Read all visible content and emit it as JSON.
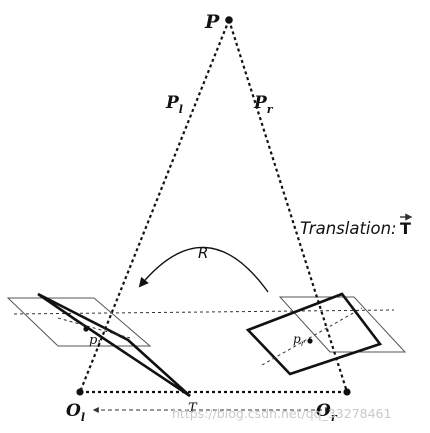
{
  "labels": {
    "P": "P",
    "P_l_base": "P",
    "P_l_sub": "l",
    "P_r_base": "P",
    "P_r_sub": "r",
    "translation": "Translation:",
    "translation_vector": "T",
    "rotation": "R",
    "p_l_base": "p",
    "p_l_sub": "l",
    "p_r_base": "p",
    "p_r_sub": "r",
    "O_l_base": "O",
    "O_l_sub": "l",
    "O_r_base": "O",
    "O_r_sub": "r",
    "baseline": "T"
  },
  "watermark": "https://blog.csdn.net/qq_33278461",
  "colors": {
    "ink": "#111111",
    "thin_line": "#555555",
    "watermark": "#c9c9c9"
  }
}
